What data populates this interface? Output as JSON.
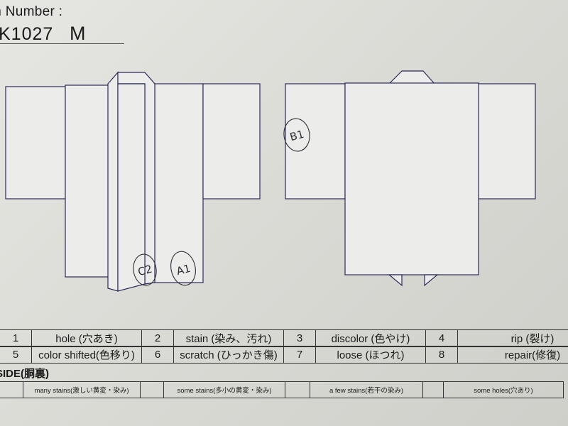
{
  "header": {
    "item_label": "m Number :",
    "item_number": "K1027",
    "size": "M"
  },
  "annotations": {
    "c2": "C2",
    "a1": "A1",
    "b1": "B1"
  },
  "defect_legend": [
    {
      "num": "1",
      "label": "hole (穴あき)"
    },
    {
      "num": "2",
      "label": "stain (染み、汚れ)"
    },
    {
      "num": "3",
      "label": "discolor (色やけ)"
    },
    {
      "num": "4",
      "label": "rip (裂け)"
    },
    {
      "num": "5",
      "label": "color shifted(色移り)"
    },
    {
      "num": "6",
      "label": "scratch (ひっかき傷)"
    },
    {
      "num": "7",
      "label": "loose (ほつれ)"
    },
    {
      "num": "8",
      "label": "repair(修復)"
    }
  ],
  "inside": {
    "title": "SIDE(胴裏)",
    "notes": [
      "many stains(激しい黄変・染み)",
      "some stains(多小の黄変・染み)",
      "a few stains(若干の染み)",
      "some holes(穴あり)"
    ]
  }
}
